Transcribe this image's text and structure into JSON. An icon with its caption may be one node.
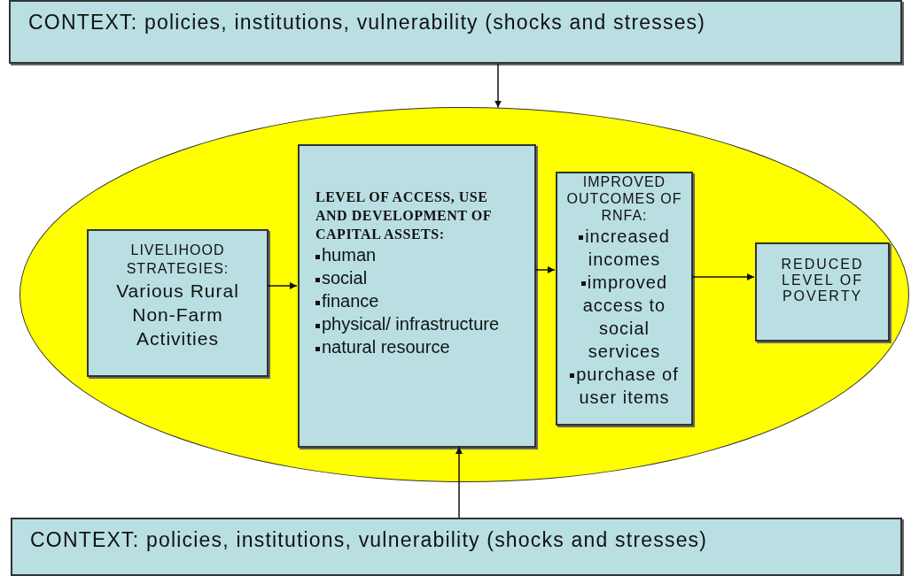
{
  "diagram": {
    "nodes": [
      {
        "text": [
          "CONTEXT: policies, institutions, vulnerability (shocks and stresses)"
        ]
      },
      {
        "text": [],
        "shape": "ellipse"
      },
      {
        "text": [
          "LIVELIHOOD STRATEGIES:",
          "Various Rural Non-Farm Activities"
        ],
        "in": 1
      },
      {
        "text": [
          "LEVEL OF ACCESS, USE AND DEVELOPMENT OF CAPITAL ASSETS:",
          "human",
          "social",
          "finance",
          "physical/ infrastructure",
          "natural resource"
        ],
        "in": 1
      },
      {
        "text": [
          "IMPROVED OUTCOMES OF RNFA:",
          "increased incomes",
          "improved access to social services",
          "purchase of user items"
        ],
        "in": 1
      },
      {
        "text": [
          "REDUCED LEVEL OF POVERTY"
        ],
        "in": 1
      },
      {
        "text": [
          "CONTEXT: policies, institutions, vulnerability (shocks and stresses)"
        ]
      }
    ],
    "edges": [
      {
        "from": 0,
        "to": 1,
        "arrow": "to"
      },
      {
        "from": 6,
        "to": 3,
        "arrow": "to"
      },
      {
        "from": 2,
        "to": 3,
        "arrow": "to"
      },
      {
        "from": 3,
        "to": 4,
        "arrow": "to"
      },
      {
        "from": 4,
        "to": 5,
        "arrow": "to"
      }
    ]
  }
}
